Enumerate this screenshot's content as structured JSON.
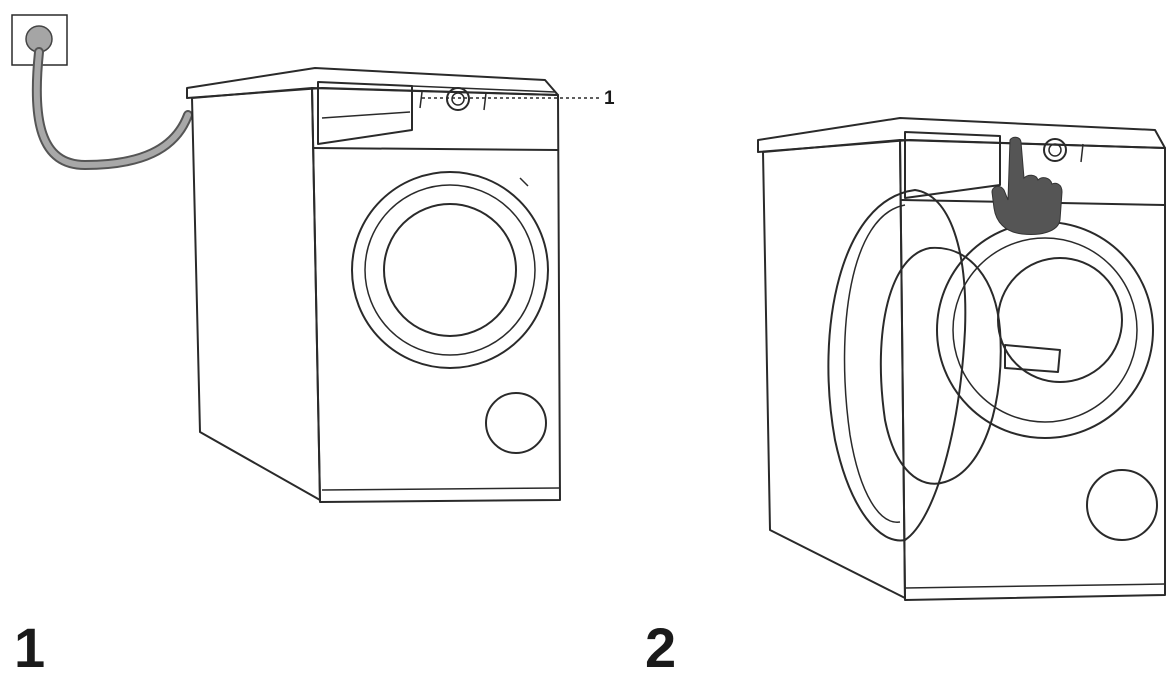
{
  "steps": [
    {
      "number": "1"
    },
    {
      "number": "2"
    }
  ],
  "callouts": [
    {
      "label": "1"
    }
  ],
  "colors": {
    "line": "#2a2a2a",
    "cable": "#9a9a9a",
    "plug": "#a5a5a5",
    "hand": "#555555",
    "background": "#ffffff"
  }
}
